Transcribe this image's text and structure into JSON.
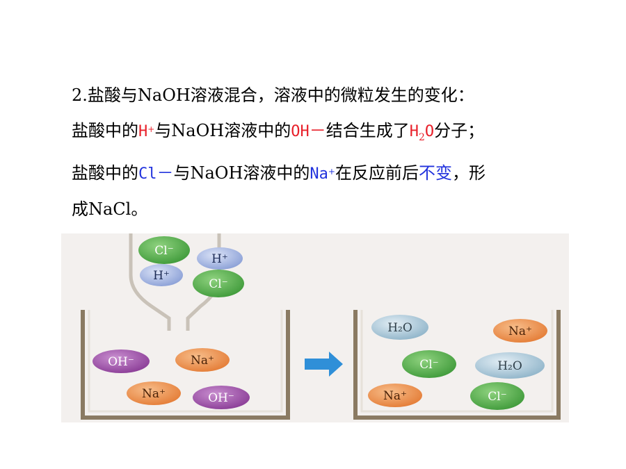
{
  "text": {
    "line1": "2.盐酸与NaOH溶液混合，溶液中的微粒发生的变化：",
    "line2": {
      "p1": "盐酸中的",
      "h": "H",
      "h_charge": "+",
      "p2": "与NaOH溶液中的",
      "oh": "OH",
      "oh_charge": "－",
      "p3": "结合生成了",
      "h2o_h": "H",
      "h2o_2": "2",
      "h2o_o": "O",
      "p4": "分子；"
    },
    "line3": {
      "p1": "盐酸中的",
      "cl": "Cl",
      "cl_charge": "－",
      "p2": "与NaOH溶液中的",
      "na": "Na",
      "na_charge": "+",
      "p3": "在反应前后",
      "unchanged": "不变",
      "p4": "，形"
    },
    "line4": "成NaCl。"
  },
  "diagram": {
    "dropper_ions": [
      {
        "label": "Cl⁻",
        "kind": "Cl"
      },
      {
        "label": "H⁺",
        "kind": "H"
      },
      {
        "label": "H⁺",
        "kind": "H"
      },
      {
        "label": "Cl⁻",
        "kind": "Cl"
      }
    ],
    "left_beaker_ions": [
      {
        "label": "OH⁻",
        "kind": "OH"
      },
      {
        "label": "Na⁺",
        "kind": "Na"
      },
      {
        "label": "Na⁺",
        "kind": "Na"
      },
      {
        "label": "OH⁻",
        "kind": "OH"
      }
    ],
    "right_beaker_ions": [
      {
        "label": "H₂O",
        "kind": "H2O"
      },
      {
        "label": "Na⁺",
        "kind": "Na"
      },
      {
        "label": "Cl⁻",
        "kind": "Cl"
      },
      {
        "label": "H₂O",
        "kind": "H2O"
      },
      {
        "label": "Na⁺",
        "kind": "Na"
      },
      {
        "label": "Cl⁻",
        "kind": "Cl"
      }
    ],
    "colors": {
      "Cl": "#3f9a3a",
      "H": "#8a9fd6",
      "OH": "#8a3c96",
      "Na": "#e47c36",
      "H2O": "#8fb4c9",
      "arrow": "#2f8fd8",
      "beaker": "#8a7a62",
      "background": "#f3f0ee"
    }
  }
}
